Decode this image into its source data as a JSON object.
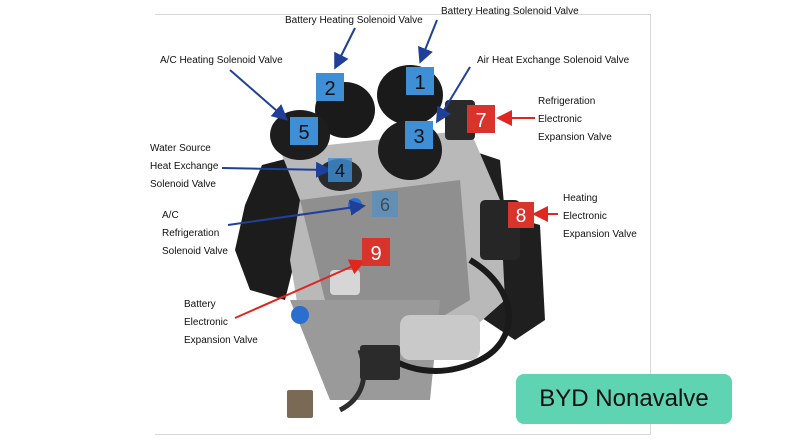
{
  "labels": {
    "valve_1": [
      "Battery Heating Solenoid Valve"
    ],
    "valve_2": [
      "Battery Heating Solenoid Valve"
    ],
    "valve_3": [
      "Air Heat Exchange Solenoid Valve"
    ],
    "valve_4": [
      "Water Source",
      "Heat Exchange",
      "Solenoid Valve"
    ],
    "valve_5": [
      "A/C Heating Solenoid Valve"
    ],
    "valve_6": [
      "A/C",
      "Refrigeration",
      "Solenoid Valve"
    ],
    "valve_7": [
      "Refrigeration",
      "Electronic",
      "Expansion Valve"
    ],
    "valve_8": [
      "Heating",
      "Electronic",
      "Expansion Valve"
    ],
    "valve_9": [
      "Battery",
      "Electronic",
      "Expansion Valve"
    ]
  },
  "markers": {
    "m1": "1",
    "m2": "2",
    "m3": "3",
    "m4": "4",
    "m5": "5",
    "m6": "6",
    "m7": "7",
    "m8": "8",
    "m9": "9"
  },
  "badge": {
    "text": "BYD Nonavalve"
  },
  "colors": {
    "blue_marker": "#3f8fd6",
    "red_marker": "#d9342b",
    "blue_arrow": "#1f3f99",
    "red_arrow": "#e0261f",
    "badge": "#5fd4b3"
  }
}
